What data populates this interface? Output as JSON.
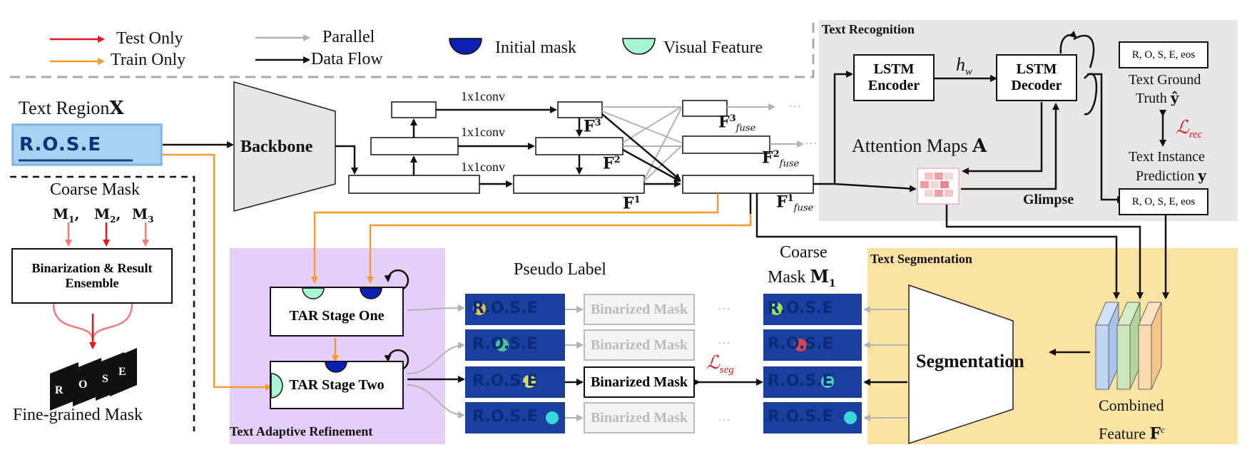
{
  "legend": {
    "test_only": "Test Only",
    "train_only": "Train Only",
    "parallel": "Parallel",
    "data_flow": "Data Flow",
    "initial_mask": "Initial mask",
    "visual_feature": "Visual Feature"
  },
  "colors": {
    "test": "#e8161b",
    "train": "#f59a2c",
    "parallel": "#b3b3b3",
    "recognition_panel": "#e7e7e7",
    "refinement_panel": "#e5cffa",
    "segmentation_panel": "#fbe3a3",
    "initial_mask": "#0b1fb3",
    "visual_feature": "#a8f5d4"
  },
  "input": {
    "title": "Text Region",
    "symbol": "X",
    "word": "R.O.S.E"
  },
  "backbone": {
    "label": "Backbone"
  },
  "fpn": {
    "conv1": "1x1conv",
    "conv2": "1x1conv",
    "conv3": "1x1conv",
    "f1": "F",
    "f1_sup": "1",
    "f2": "F",
    "f2_sup": "2",
    "f3": "F",
    "f3_sup": "3",
    "ffuse1": "F",
    "ffuse1_sup": "1",
    "ffuse1_sub": "fuse",
    "ffuse2": "F",
    "ffuse2_sup": "2",
    "ffuse2_sub": "fuse",
    "ffuse3": "F",
    "ffuse3_sup": "3",
    "ffuse3_sub": "fuse",
    "ellipsis": "···"
  },
  "coarse": {
    "title": "Coarse Mask",
    "m1": "M",
    "m1_sub": "1",
    "m2": "M",
    "m2_sub": "2",
    "m3": "M",
    "m3_sub": "3",
    "ensemble": "Binarization  & Result Ensemble",
    "fine_label": "Fine-grained Mask",
    "fine_letters": [
      "R",
      "O",
      "S",
      "E"
    ]
  },
  "recognition": {
    "title": "Text Recognition",
    "encoder": "LSTM Encoder",
    "decoder": "LSTM Decoder",
    "hw": "h",
    "hw_sub": "w",
    "attention": "Attention Maps",
    "attention_symbol": "A",
    "glimpse": "Glimpse",
    "gt_tokens": "R, O, S, E, eos",
    "gt_label_1": "Text Ground",
    "gt_label_2": "Truth",
    "gt_symbol": "ŷ",
    "loss": "ℒ",
    "loss_sub": "rec",
    "pred_label_1": "Text Instance",
    "pred_label_2": "Prediction",
    "pred_symbol": "y",
    "pred_tokens": "R, O, S, E, eos"
  },
  "refinement": {
    "title": "Text Adaptive Refinement",
    "stage_one": "TAR Stage One",
    "stage_two": "TAR Stage Two"
  },
  "pseudo": {
    "title": "Pseudo Label",
    "rows": [
      "R.O.S.E",
      "R.O.S.E",
      "R.O.S.E",
      "R.O.S.E"
    ],
    "binarized": [
      "Binarized Mask",
      "Binarized Mask",
      "Binarized Mask",
      "Binarized Mask"
    ],
    "loss": "ℒ",
    "loss_sub": "seg",
    "ellipsis": "···"
  },
  "segmentation": {
    "title": "Text Segmentation",
    "coarse_1": "Coarse",
    "coarse_2": "Mask",
    "coarse_symbol": "M",
    "coarse_sub": "1",
    "rows": [
      "R.O.S.E",
      "R.O.S.E",
      "R.O.S.E",
      "R.O.S.E"
    ],
    "label": "Segmentation",
    "combined_1": "Combined",
    "combined_2": "Feature",
    "combined_symbol": "F",
    "combined_sup": "c"
  }
}
